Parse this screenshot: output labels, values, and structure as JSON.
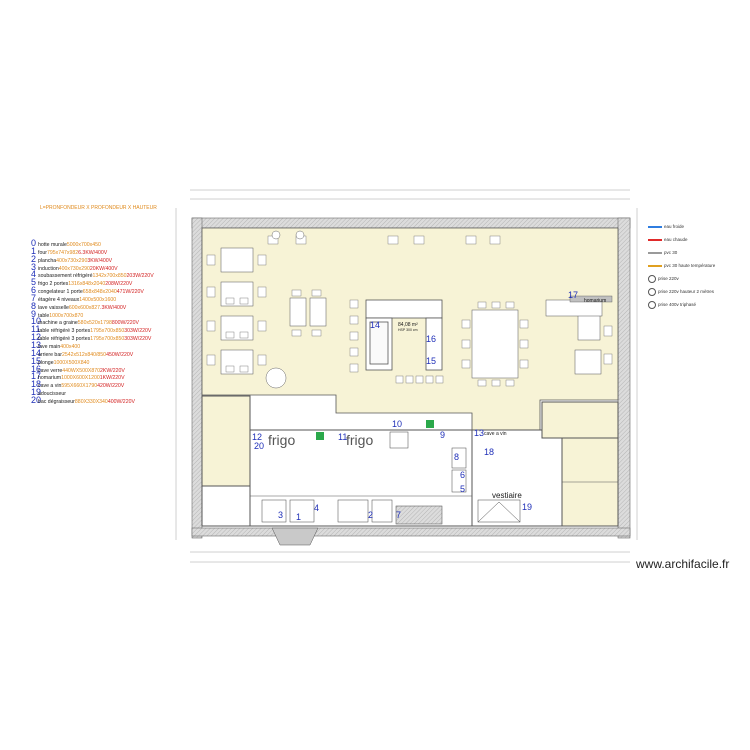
{
  "title": "L=PRONFONDEUR X PROFONDEUR X HAUTEUR",
  "legend": [
    {
      "n": "0",
      "name": "hotte murale",
      "dim": "5000x700x450",
      "pow": ""
    },
    {
      "n": "1",
      "name": "four",
      "dim": "795x747x982",
      "pow": " 6.3KW/400V"
    },
    {
      "n": "2",
      "name": "plancha",
      "dim": "400x730x290",
      "pow": " 3KW/400V"
    },
    {
      "n": "3",
      "name": "induction",
      "dim": "400x730x290",
      "pow": "20KW/400V"
    },
    {
      "n": "4",
      "name": "soubassement réfrigéré",
      "dim": "1342x700x850",
      "pow": "203W/220V"
    },
    {
      "n": "5",
      "name": "frigo 2 portes",
      "dim": "1316x848x2040",
      "pow": "208W/220V"
    },
    {
      "n": "6",
      "name": "congelateur 1 porte",
      "dim": "658x848x2040",
      "pow": "471W/220V"
    },
    {
      "n": "7",
      "name": "étagère 4 niveaux",
      "dim": "1400x500x1600",
      "pow": ""
    },
    {
      "n": "8",
      "name": "lave vaisselle",
      "dim": "600x600x827",
      "pow": ".3KW/400V"
    },
    {
      "n": "9",
      "name": "table",
      "dim": "1000x700x870",
      "pow": ""
    },
    {
      "n": "10",
      "name": "machine a graine",
      "dim": "580x520x1798",
      "pow": " 800W/220V"
    },
    {
      "n": "11",
      "name": "table réfrigéré 3 portes",
      "dim": "1795x700x850",
      "pow": " 303W/220V"
    },
    {
      "n": "12",
      "name": "table réfrigéré 3 portes",
      "dim": "1795x700x850",
      "pow": " 303W/220V"
    },
    {
      "n": "13",
      "name": "lave main",
      "dim": "400x400",
      "pow": ""
    },
    {
      "n": "14",
      "name": "arriere bar",
      "dim": "2542x512x840/850",
      "pow": "450W/220V"
    },
    {
      "n": "15",
      "name": "plonge",
      "dim": "1000X500X840",
      "pow": ""
    },
    {
      "n": "16",
      "name": "cave verre",
      "dim": "440WX500X870",
      "pow": " 2KW/220V"
    },
    {
      "n": "17",
      "name": "homarium",
      "dim": "1000X600X1200",
      "pow": "1KW/220V"
    },
    {
      "n": "18",
      "name": "cave a vin",
      "dim": "595X660X1790",
      "pow": "420W/220V"
    },
    {
      "n": "19",
      "name": "adoucisseur",
      "dim": "",
      "pow": ""
    },
    {
      "n": "20",
      "name": "bac dégraisseur",
      "dim": " 880X330X340",
      "pow": "400W/220V"
    }
  ],
  "keys": [
    {
      "label": "eau froide",
      "color": "#2f7de0",
      "kind": "line"
    },
    {
      "label": "eau chaude",
      "color": "#e02a2a",
      "kind": "line"
    },
    {
      "label": "pvc 30",
      "color": "#9a9a9a",
      "kind": "line"
    },
    {
      "label": "pvc 30 haute température",
      "color": "#e0a020",
      "kind": "line"
    },
    {
      "label": "prise 220v",
      "color": "#555555",
      "kind": "plug"
    },
    {
      "label": "prise 220v hauteur 2 mètres",
      "color": "#555555",
      "kind": "plug"
    },
    {
      "label": "prise 400v triphasé",
      "color": "#555555",
      "kind": "plug"
    }
  ],
  "brand": "www.archifacile.fr",
  "rooms": {
    "vestiaire": "vestiaire",
    "homarium": "homarium",
    "frigo_a": "frigo",
    "frigo_b": "frigo",
    "cave_vin": "cave a vin",
    "area_main": "84,08 m²",
    "area_main_sub": "HSP 300 cm"
  },
  "nums": {
    "n17": "17",
    "n14": "14",
    "n16": "16",
    "n15": "15",
    "n12": "12",
    "n11": "11",
    "n10": "10",
    "n9": "9",
    "n8": "8",
    "n13": "13",
    "n20": "20",
    "n6": "6",
    "n5": "5",
    "n4": "4",
    "n3": "3",
    "n2": "2",
    "n1": "1",
    "n7": "7",
    "n19": "19",
    "n18": "18"
  },
  "colors": {
    "wall_fill": "#d9d9d9",
    "wall_stroke": "#6b6b6b",
    "room": "#f7f3d6",
    "dim": "#777777"
  }
}
